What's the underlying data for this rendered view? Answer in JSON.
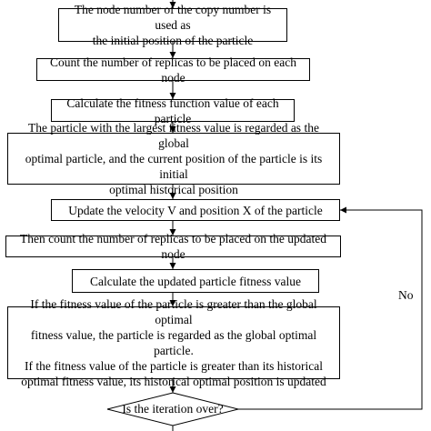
{
  "flowchart": {
    "steps": [
      "The node number of the copy number is used as\nthe initial position of the particle",
      "Count the number of replicas to be placed on each node",
      "Calculate the fitness function value of each particle",
      "The particle with the largest fitness value is regarded as the global\noptimal particle, and the current position of the particle is its initial\noptimal historical position",
      "Update the velocity V and position X of the particle",
      "Then count the number of replicas to be placed on the updated node",
      "Calculate the updated particle fitness value",
      "If the fitness value of the particle is greater than the global optimal\nfitness value, the particle is regarded as the global optimal particle.\nIf the fitness value of the particle is greater than its historical\noptimal fitness value, its historical optimal position is updated"
    ],
    "decision": "Is the iteration over?",
    "loop_label": "No"
  }
}
